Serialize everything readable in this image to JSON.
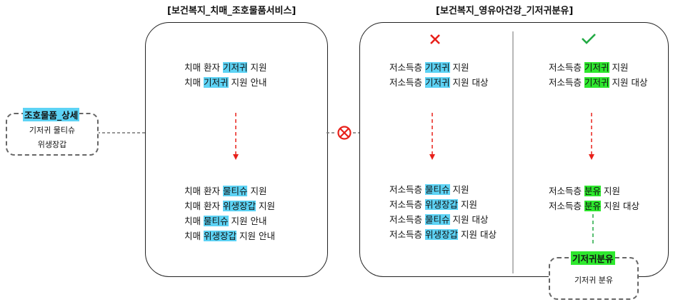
{
  "titles": {
    "middle": "[보건복지_치매_조호물품서비스]",
    "right": "[보건복지_영유아건강_기저귀분유]"
  },
  "left_box": {
    "tag": "조호물품_상세",
    "items": [
      "기저귀 물티슈",
      "위생장갑"
    ]
  },
  "middle_panel": {
    "top": [
      {
        "pre": "치매 환자 ",
        "hl": "기저귀",
        "post": " 지원"
      },
      {
        "pre": "치매 ",
        "hl": "기저귀",
        "post": " 지원 안내"
      }
    ],
    "bottom": [
      {
        "pre": "치매 환자 ",
        "hl": "물티슈",
        "post": " 지원"
      },
      {
        "pre": "치매 환자 ",
        "hl": "위생장갑",
        "post": " 지원"
      },
      {
        "pre": "치매 ",
        "hl": "물티슈",
        "post": " 지원 안내"
      },
      {
        "pre": "치매 ",
        "hl": "위생장갑",
        "post": " 지원 안내"
      }
    ]
  },
  "right_left_col": {
    "top": [
      {
        "pre": "저소득층 ",
        "hl": "기저귀",
        "post": " 지원"
      },
      {
        "pre": "저소득층 ",
        "hl": "기저귀",
        "post": " 지원 대상"
      }
    ],
    "bottom": [
      {
        "pre": "저소득층 ",
        "hl": "물티슈",
        "post": " 지원"
      },
      {
        "pre": "저소득층 ",
        "hl": "위생장갑",
        "post": " 지원"
      },
      {
        "pre": "저소득층 ",
        "hl": "물티슈",
        "post": " 지원 대상"
      },
      {
        "pre": "저소득층 ",
        "hl": "위생장갑",
        "post": " 지원 대상"
      }
    ]
  },
  "right_right_col": {
    "top": [
      {
        "pre": "저소득층 ",
        "hl": "기저귀",
        "post": " 지원"
      },
      {
        "pre": "저소득층 ",
        "hl": "기저귀",
        "post": " 지원 대상"
      }
    ],
    "bottom": [
      {
        "pre": "저소득층 ",
        "hl": "분유",
        "post": " 지원"
      },
      {
        "pre": "저소득층 ",
        "hl": "분유",
        "post": " 지원 대상"
      }
    ]
  },
  "bottom_right_box": {
    "tag": "기저귀분유",
    "item": "기저귀 분유"
  },
  "colors": {
    "blue_highlight": "#5dd3f5",
    "green_highlight": "#2ee82e",
    "red": "#e8201a",
    "green": "#22aa44"
  }
}
